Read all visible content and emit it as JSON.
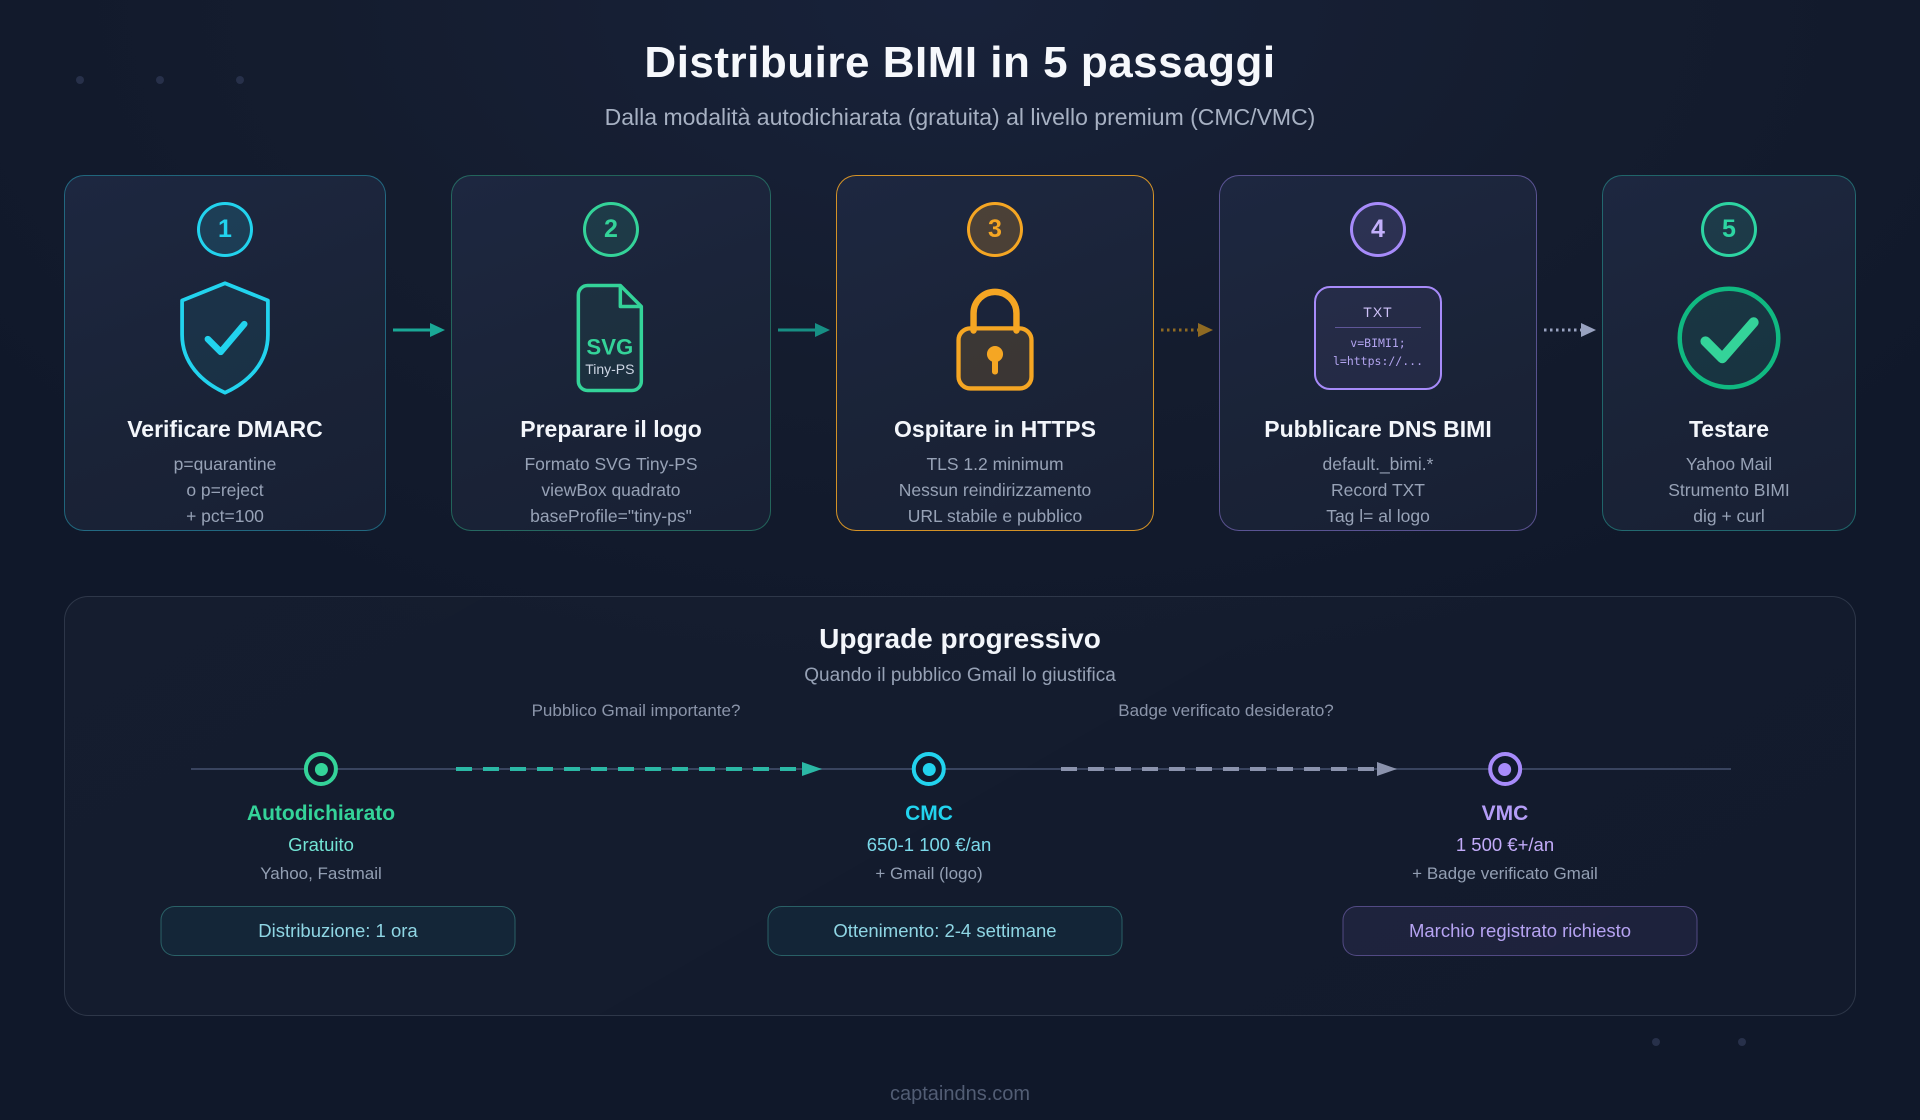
{
  "page": {
    "title": "Distribuire BIMI in 5 passaggi",
    "subtitle": "Dalla modalità autodichiarata (gratuita) al livello premium (CMC/VMC)",
    "footer": "captaindns.com"
  },
  "colors": {
    "background": "#141c2e",
    "step1_accent": "#22d3ee",
    "step2_accent": "#34d399",
    "step3_accent": "#f5a623",
    "step4_accent": "#a78bfa",
    "step5_accent": "#2dd4a2",
    "muted_text": "#97a2b6"
  },
  "steps": [
    {
      "number": "1",
      "title": "Verificare DMARC",
      "desc": [
        "p=quarantine",
        "o p=reject",
        "+ pct=100"
      ],
      "icon": "shield-check-icon",
      "accent": "#22d3ee"
    },
    {
      "number": "2",
      "title": "Preparare il logo",
      "desc": [
        "Formato SVG Tiny-PS",
        "viewBox quadrato",
        "baseProfile=\"tiny-ps\""
      ],
      "icon": "svg-file-icon",
      "icon_label": "SVG",
      "icon_sublabel": "Tiny-PS",
      "accent": "#34d399"
    },
    {
      "number": "3",
      "title": "Ospitare in HTTPS",
      "desc": [
        "TLS 1.2 minimum",
        "Nessun reindirizzamento",
        "URL stabile e pubblico"
      ],
      "icon": "padlock-icon",
      "accent": "#f5a623"
    },
    {
      "number": "4",
      "title": "Pubblicare DNS BIMI",
      "desc": [
        "default._bimi.*",
        "Record TXT",
        "Tag l= al logo"
      ],
      "icon": "dns-txt-record-icon",
      "icon_label": "TXT",
      "icon_code": [
        "v=BIMI1;",
        "l=https://..."
      ],
      "accent": "#a78bfa"
    },
    {
      "number": "5",
      "title": "Testare",
      "desc": [
        "Yahoo Mail",
        "Strumento BIMI",
        "dig + curl"
      ],
      "icon": "check-circle-icon",
      "accent": "#2dd4a2"
    }
  ],
  "upgrade": {
    "title": "Upgrade progressivo",
    "subtitle": "Quando il pubblico Gmail lo giustifica",
    "stages": [
      {
        "name": "Autodichiarato",
        "price": "Gratuito",
        "note": "Yahoo, Fastmail",
        "badge": "Distribuzione: 1 ora",
        "accent": "#34d399"
      },
      {
        "name": "CMC",
        "price": "650-1 100 €/an",
        "note": "+ Gmail (logo)",
        "badge": "Ottenimento: 2-4 settimane",
        "accent": "#22d3ee"
      },
      {
        "name": "VMC",
        "price": "1 500 €+/an",
        "note": "+ Badge verificato Gmail",
        "badge": "Marchio registrato richiesto",
        "accent": "#a78bfa"
      }
    ],
    "questions": [
      "Pubblico Gmail importante?",
      "Badge verificato desiderato?"
    ]
  }
}
